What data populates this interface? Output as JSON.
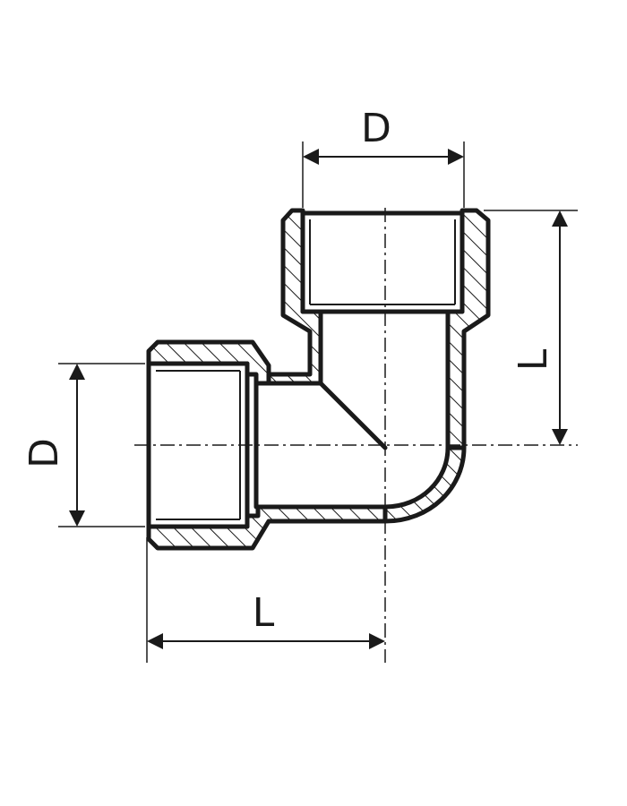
{
  "diagram": {
    "labels": {
      "top_diameter": "D",
      "right_length": "L",
      "left_diameter": "D",
      "bottom_length": "L"
    },
    "colors": {
      "line": "#1a1a1a",
      "background": "#ffffff"
    }
  }
}
